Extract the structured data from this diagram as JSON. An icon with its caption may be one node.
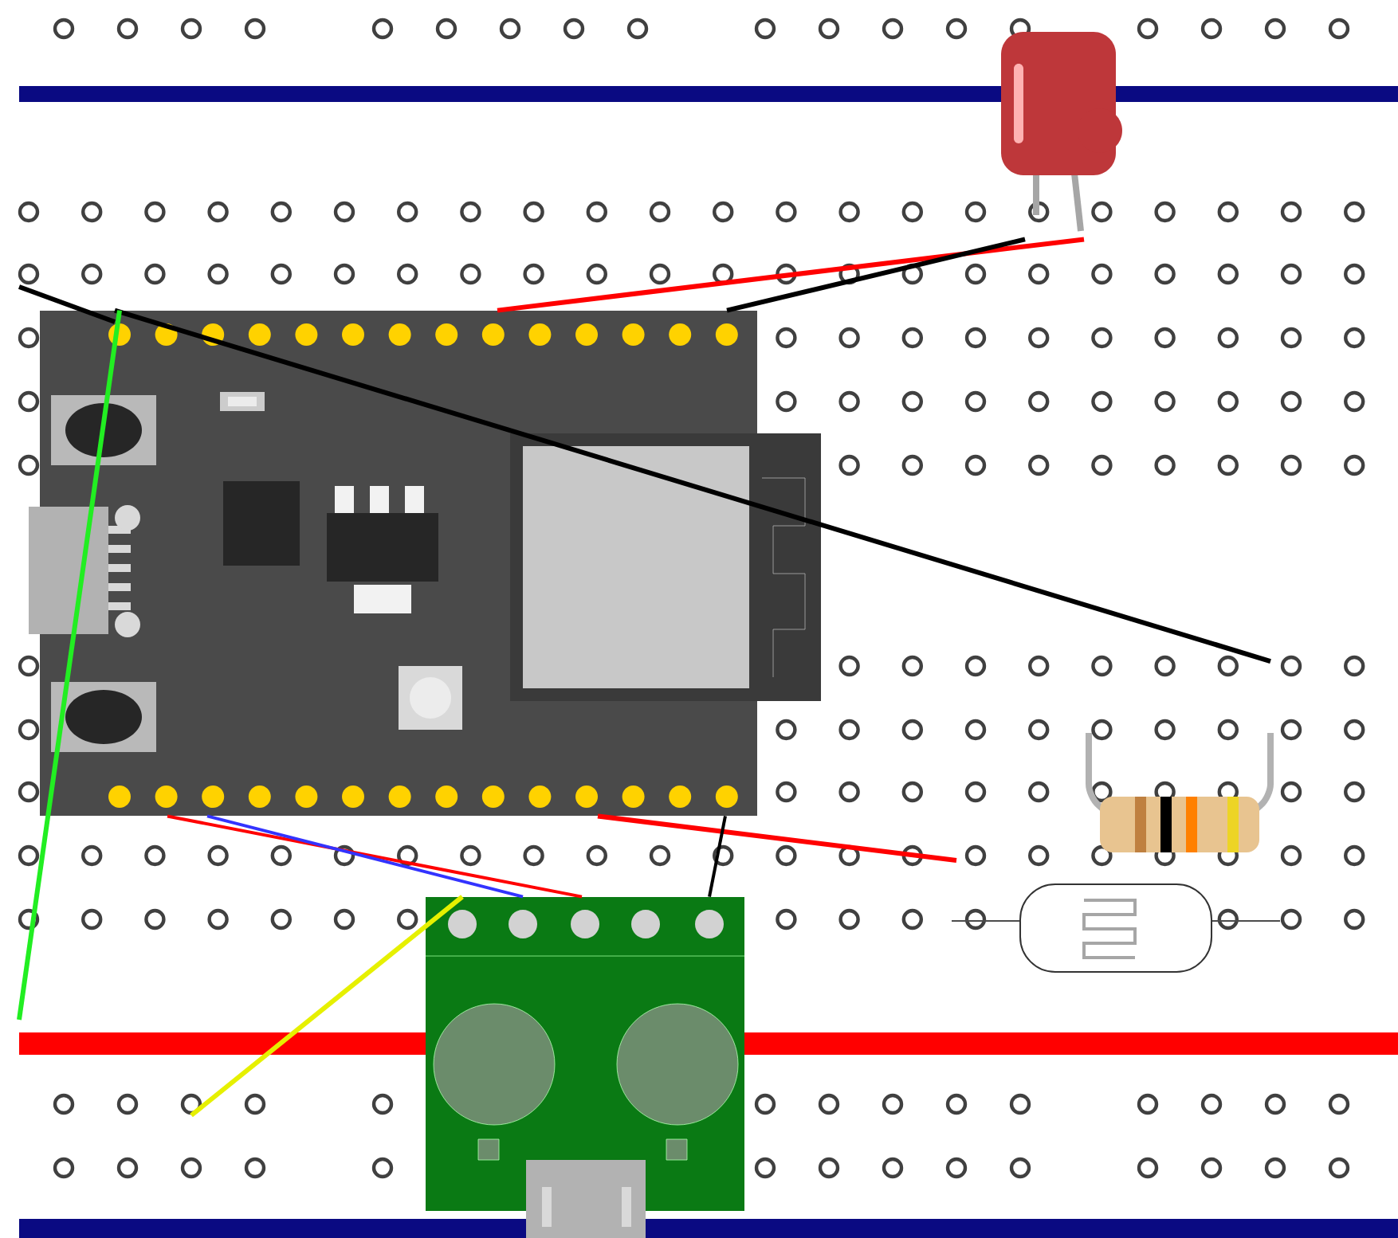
{
  "diagram": {
    "nodes": [
      {
        "text": [],
        "shape": "picture"
      },
      {
        "text": [],
        "shape": "picture"
      },
      {
        "text": [],
        "shape": "picture"
      },
      {
        "text": [],
        "shape": "picture"
      },
      {
        "text": [],
        "shape": "picture"
      }
    ],
    "edges": [
      {
        "from": 0,
        "to": 1,
        "arrow": "none",
        "color": "#ff0000"
      },
      {
        "from": 0,
        "to": 1,
        "arrow": "none",
        "color": "#000000"
      },
      {
        "from": 0,
        "to": null,
        "arrow": "none",
        "color": "#000000"
      },
      {
        "from": 0,
        "to": null,
        "arrow": "none",
        "color": "#22ee22"
      },
      {
        "from": 0,
        "to": 4,
        "arrow": "none",
        "color": "#ff0000"
      },
      {
        "from": 0,
        "to": 4,
        "arrow": "none",
        "color": "#3333ff"
      },
      {
        "from": 0,
        "to": null,
        "arrow": "none",
        "color": "#ff0000"
      },
      {
        "from": 0,
        "to": 4,
        "arrow": "none",
        "color": "#000000"
      },
      {
        "from": 4,
        "to": null,
        "arrow": "none",
        "color": "#e6f000"
      }
    ]
  }
}
